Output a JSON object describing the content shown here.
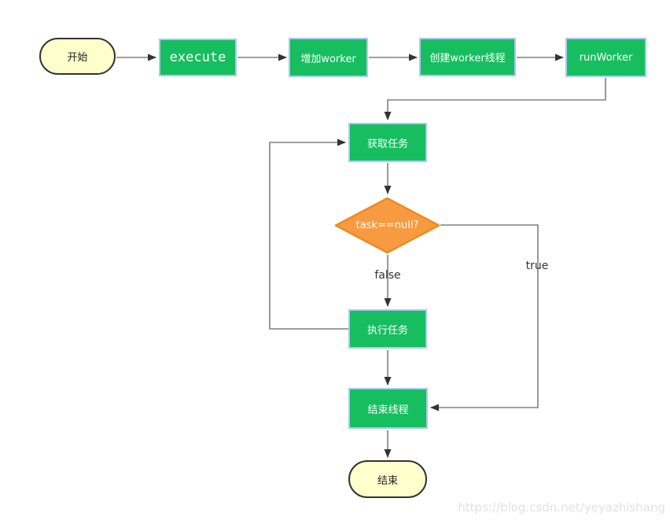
{
  "colors": {
    "canvas_bg": "#FFFFFF",
    "green": "#17BE60",
    "green_border": "#A9C9F5",
    "orange": "#F89B40",
    "orange_border": "#EF8A1F",
    "terminal_fill": "#FFFFCC",
    "terminal_border": "#333333",
    "line": "#808080",
    "arrow": "#333333",
    "watermark_color": "#E2E2E2"
  },
  "nodes": {
    "start": {
      "label": "开始",
      "shape": "terminal"
    },
    "execute": {
      "label": "execute",
      "shape": "process"
    },
    "add_worker": {
      "label": "增加worker",
      "shape": "process"
    },
    "create_worker_thread": {
      "label": "创建worker线程",
      "shape": "process"
    },
    "run_worker": {
      "label": "runWorker",
      "shape": "process"
    },
    "get_task": {
      "label": "获取任务",
      "shape": "process"
    },
    "task_null_check": {
      "label": "task==null?",
      "shape": "decision"
    },
    "execute_task": {
      "label": "执行任务",
      "shape": "process"
    },
    "end_thread": {
      "label": "结束线程",
      "shape": "process"
    },
    "end": {
      "label": "结束",
      "shape": "terminal"
    }
  },
  "edge_labels": {
    "false_branch": "false",
    "true_branch": "true"
  },
  "watermark": "https://blog.csdn.net/yeyazhishang"
}
